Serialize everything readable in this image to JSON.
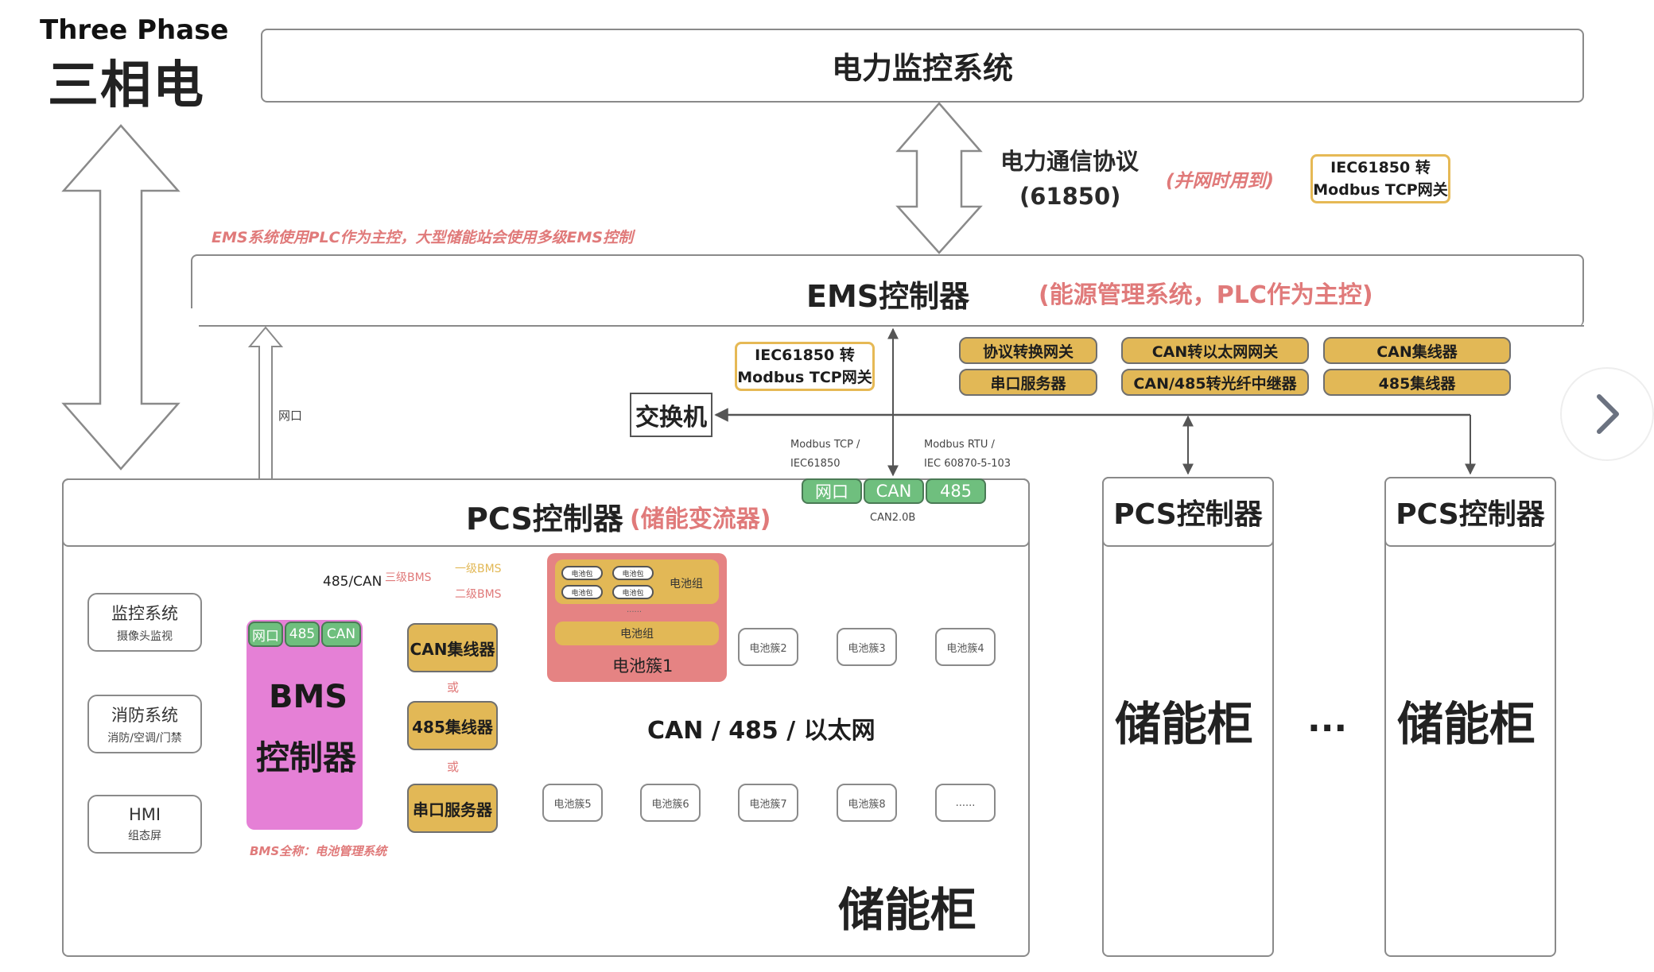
{
  "three_phase": {
    "en": "Three Phase",
    "zh": "三相电"
  },
  "power_monitoring": {
    "title": "电力监控系统"
  },
  "protocol": {
    "line1": "电力通信协议",
    "line2": "(61850)",
    "note": "(并网时用到)"
  },
  "gateway_top": {
    "line1": "IEC61850 转",
    "line2": "Modbus TCP网关"
  },
  "ems_note": "EMS系统使用PLC作为主控，大型储能站会使用多级EMS控制",
  "ems": {
    "title": "EMS控制器",
    "subtitle": "(能源管理系统，PLC作为主控)"
  },
  "gateway_mid": {
    "line1": "IEC61850 转",
    "line2": "Modbus TCP网关"
  },
  "switch": {
    "label": "交换机"
  },
  "devices": [
    "协议转换网关",
    "CAN转以太网网关",
    "CAN集线器",
    "串口服务器",
    "CAN/485转光纤中继器",
    "485集线器"
  ],
  "link_labels": {
    "net_port": "网口",
    "modbus_tcp": {
      "line1": "Modbus TCP /",
      "line2": "IEC61850"
    },
    "modbus_rtu": {
      "line1": "Modbus RTU /",
      "line2": "IEC 60870-5-103"
    },
    "can20b": "CAN2.0B",
    "bms_link": "485/CAN",
    "bms_level3": "三级BMS",
    "bms_level1": "一级BMS",
    "bms_level2": "二级BMS"
  },
  "pcs_main": {
    "title": "PCS控制器",
    "subtitle": "(储能变流器)",
    "ports": [
      "网口",
      "CAN",
      "485"
    ]
  },
  "bms": {
    "line1": "BMS",
    "line2": "控制器",
    "ports": [
      "网口",
      "485",
      "CAN"
    ],
    "note": "BMS全称：电池管理系统"
  },
  "subsystems": [
    {
      "title": "监控系统",
      "sub": "摄像头监视"
    },
    {
      "title": "消防系统",
      "sub": "消防/空调/门禁"
    },
    {
      "title": "HMI",
      "sub": "组态屏"
    }
  ],
  "hubs": {
    "items": [
      "CAN集线器",
      "485集线器",
      "串口服务器"
    ],
    "or": "或"
  },
  "cluster1": {
    "packs": [
      "电池包",
      "电池包",
      "电池包",
      "电池包"
    ],
    "group_label": "电池组",
    "ellipsis": "......",
    "group2_label": "电池组",
    "title": "电池簇1"
  },
  "bus": {
    "label": "CAN / 485 / 以太网"
  },
  "clusters_top": [
    "电池簇2",
    "电池簇3",
    "电池簇4"
  ],
  "clusters_bottom": [
    "电池簇5",
    "电池簇6",
    "电池簇7",
    "电池簇8",
    "......"
  ],
  "cabinet_label": "储能柜",
  "other_cabinets": [
    {
      "pcs": "PCS控制器",
      "label": "储能柜"
    },
    {
      "pcs": "PCS控制器",
      "label": "储能柜"
    }
  ],
  "between_ellipsis": "...",
  "nav": {
    "next_icon": "chevron-right"
  },
  "colors": {
    "gold": "#e2b856",
    "green": "#6fbf7e",
    "pink": "#e580d6",
    "cluster_red": "#e58383",
    "accent_red": "#e07a7a"
  }
}
